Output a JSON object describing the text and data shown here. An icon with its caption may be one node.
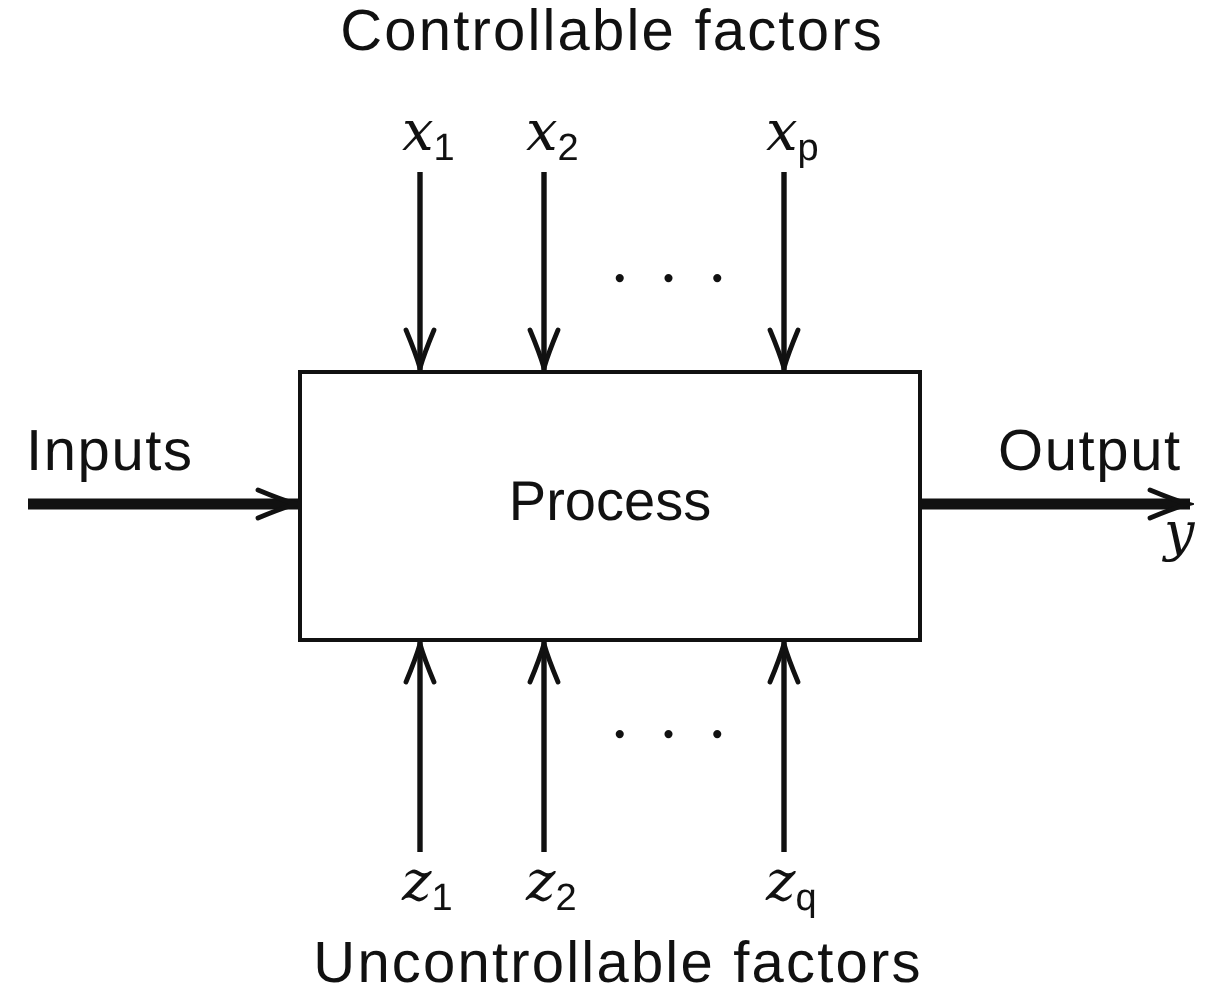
{
  "diagram": {
    "nodes": [
      {
        "text": [
          "Process"
        ]
      },
      {
        "text": [
          "*x*$_{1}$"
        ]
      },
      {
        "text": [
          "*x*$_{2}$"
        ]
      },
      {
        "text": [
          "*x*$_{p}$"
        ]
      },
      {
        "text": [
          "*z*$_{1}$"
        ]
      },
      {
        "text": [
          "*z*$_{2}$"
        ]
      },
      {
        "text": [
          "*z*$_{q}$"
        ]
      },
      {
        "text": [
          "y"
        ]
      }
    ],
    "edges": [
      {
        "from": 1,
        "to": 0,
        "arrow": "to"
      },
      {
        "from": 2,
        "to": 0,
        "arrow": "to"
      },
      {
        "from": 3,
        "to": 0,
        "arrow": "to"
      },
      {
        "from": 4,
        "to": 0,
        "arrow": "to"
      },
      {
        "from": 5,
        "to": 0,
        "arrow": "to"
      },
      {
        "from": 6,
        "to": 0,
        "arrow": "to"
      },
      {
        "from": null,
        "to": 0,
        "arrow": "to",
        "label": "Inputs",
        "style": "thick"
      },
      {
        "from": 0,
        "to": 7,
        "arrow": "to",
        "label": "Output",
        "style": "thick"
      }
    ],
    "labels": [
      "Controllable factors",
      "• • •",
      "• • •",
      "Uncontrollable factors"
    ]
  }
}
